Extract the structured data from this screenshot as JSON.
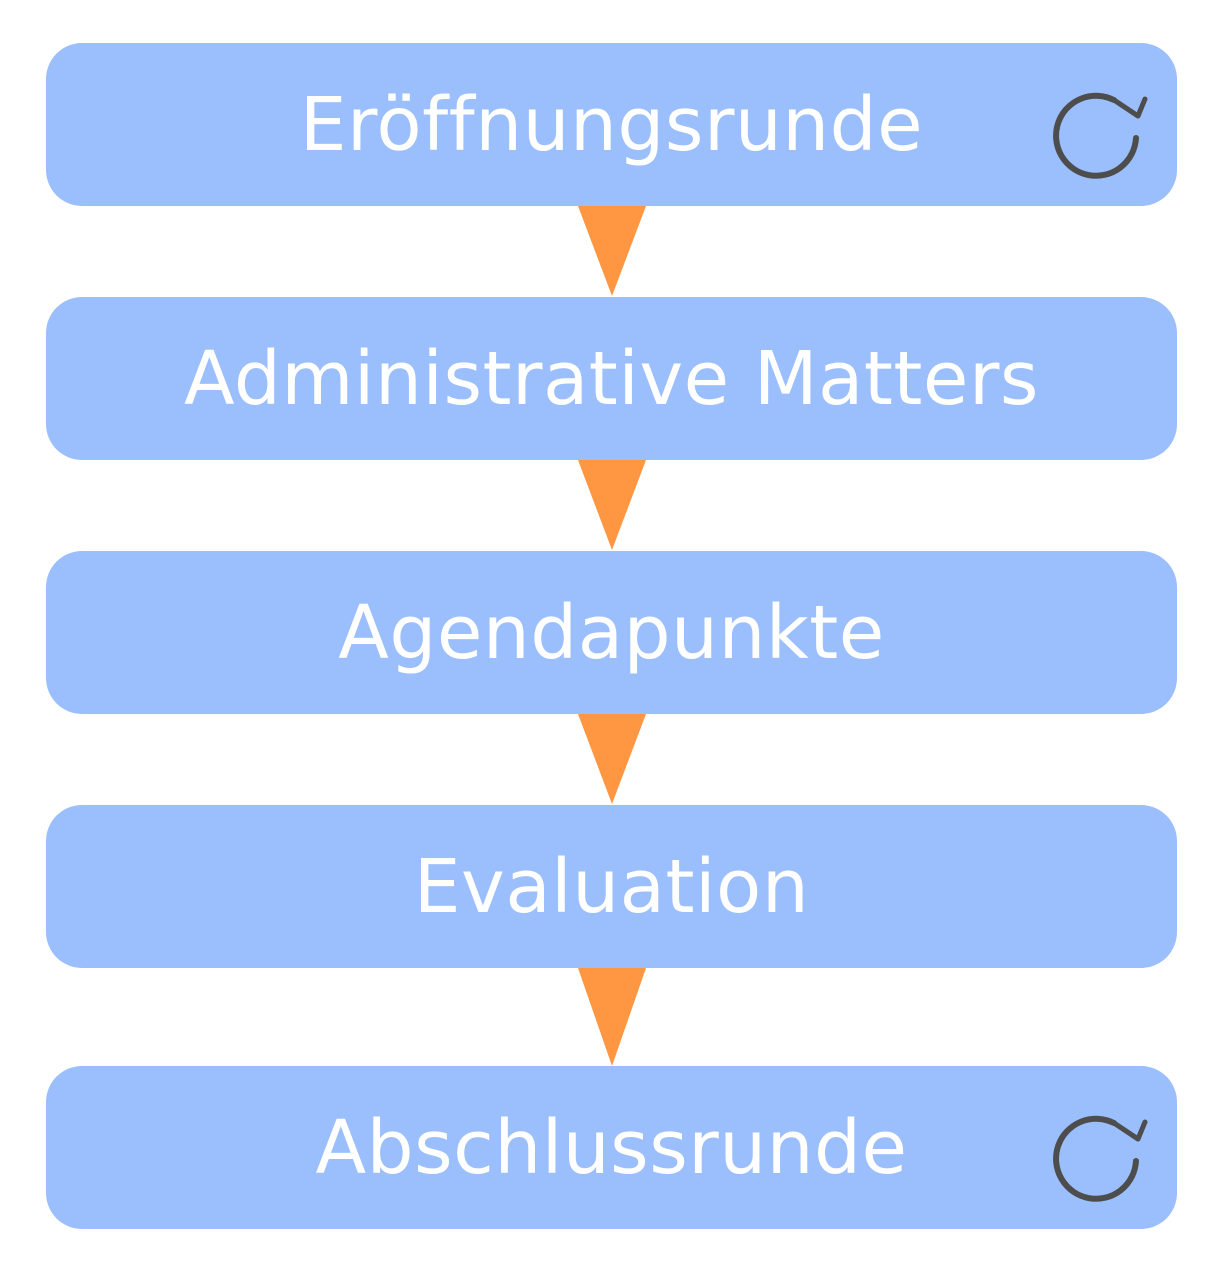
{
  "colors": {
    "box_fill": "#9bbffd",
    "box_text": "#ffffff",
    "arrow_fill": "#ff9742",
    "icon_stroke": "#4d4d4d"
  },
  "steps": [
    {
      "label": "Eröffnungsrunde",
      "icon": "repeat-icon"
    },
    {
      "label": "Administrative Matters"
    },
    {
      "label": "Agendapunkte"
    },
    {
      "label": "Evaluation"
    },
    {
      "label": "Abschlussrunde",
      "icon": "repeat-icon"
    }
  ]
}
